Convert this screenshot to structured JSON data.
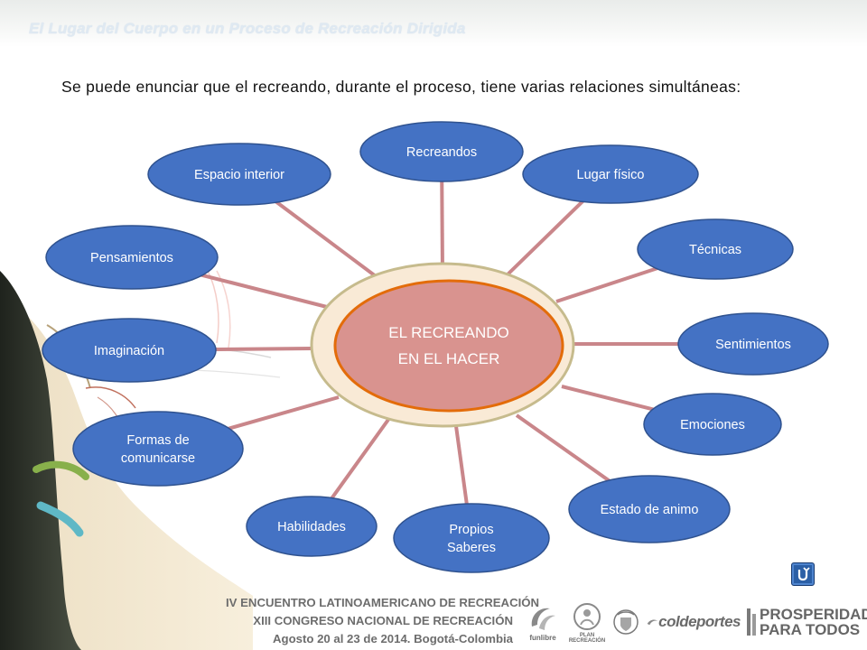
{
  "slide": {
    "title": "El Lugar del Cuerpo en un Proceso de Recreación Dirigida",
    "intro": "Se puede enunciar que el recreando, durante el proceso, tiene varias relaciones simultáneas:"
  },
  "diagram": {
    "center": {
      "lines": [
        "EL  RECREANDO",
        "EN EL HACER"
      ]
    },
    "nodes": [
      {
        "id": "recreandos",
        "lines": [
          "Recreandos"
        ]
      },
      {
        "id": "lugar-fisico",
        "lines": [
          "Lugar físico"
        ]
      },
      {
        "id": "tecnicas",
        "lines": [
          "Técnicas"
        ]
      },
      {
        "id": "sentimientos",
        "lines": [
          "Sentimientos"
        ]
      },
      {
        "id": "emociones",
        "lines": [
          "Emociones"
        ]
      },
      {
        "id": "estado-de-animo",
        "lines": [
          "Estado de animo"
        ]
      },
      {
        "id": "propios-saberes",
        "lines": [
          "Propios",
          "Saberes"
        ]
      },
      {
        "id": "habilidades",
        "lines": [
          "Habilidades"
        ]
      },
      {
        "id": "formas-de-comunicarse",
        "lines": [
          "Formas de",
          "comunicarse"
        ]
      },
      {
        "id": "imaginacion",
        "lines": [
          "Imaginación"
        ]
      },
      {
        "id": "pensamientos",
        "lines": [
          "Pensamientos"
        ]
      },
      {
        "id": "espacio-interior",
        "lines": [
          "Espacio interior"
        ]
      }
    ]
  },
  "footer": {
    "line1": "IV ENCUENTRO LATINOAMERICANO DE RECREACIÓN",
    "line2": "XIII CONGRESO NACIONAL DE RECREACIÓN",
    "line3": "Agosto 20 al 23 de 2014.  Bogotá-Colombia",
    "logos": {
      "funlibre": "funlibre",
      "plan_recreacion": "PLAN RECREACIÓN",
      "coldeportes": "coldeportes",
      "prosperidad_1": "PROSPERIDAD",
      "prosperidad_2": "PARA TODOS"
    }
  },
  "colors": {
    "node_fill": "#4472c4",
    "node_stroke": "#2f528f",
    "connector": "#c9868a",
    "center_outer": "#f9ead6",
    "center_outer_stroke": "#c6bb8d",
    "center_inner": "#d9938f",
    "center_inner_stroke": "#e36c0a",
    "nav_button": "#2b5fa6"
  }
}
